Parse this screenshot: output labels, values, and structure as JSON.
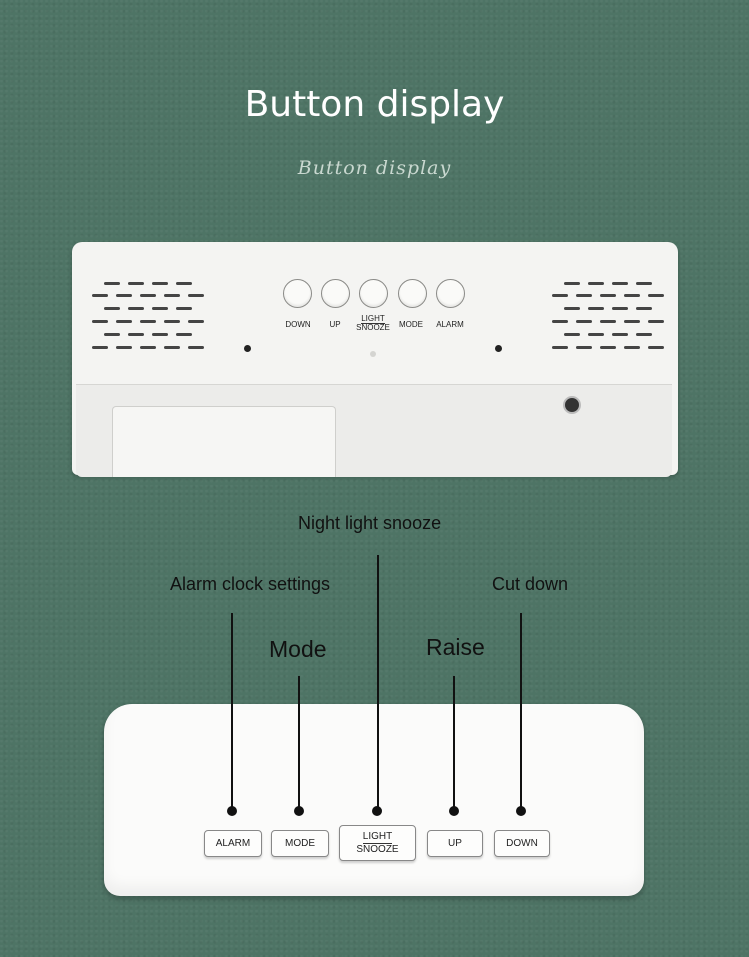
{
  "header": {
    "title": "Button display",
    "subtitle": "Button display"
  },
  "back_view": {
    "buttons": [
      {
        "label": "DOWN"
      },
      {
        "label": "UP"
      },
      {
        "label_line1": "LIGHT",
        "label_line2": "SNOOZE"
      },
      {
        "label": "MODE"
      },
      {
        "label": "ALARM"
      }
    ]
  },
  "callouts": {
    "night_light_snooze": "Night light snooze",
    "alarm_clock_settings": "Alarm clock settings",
    "cut_down": "Cut down",
    "mode": "Mode",
    "raise": "Raise"
  },
  "front_view": {
    "buttons": {
      "alarm": "ALARM",
      "mode": "MODE",
      "light": "LIGHT",
      "snooze": "SNOOZE",
      "up": "UP",
      "down": "DOWN"
    }
  },
  "colors": {
    "background": "#4e7465",
    "device": "#f4f4f2",
    "text_light": "#ffffff",
    "text_dark": "#111111"
  }
}
